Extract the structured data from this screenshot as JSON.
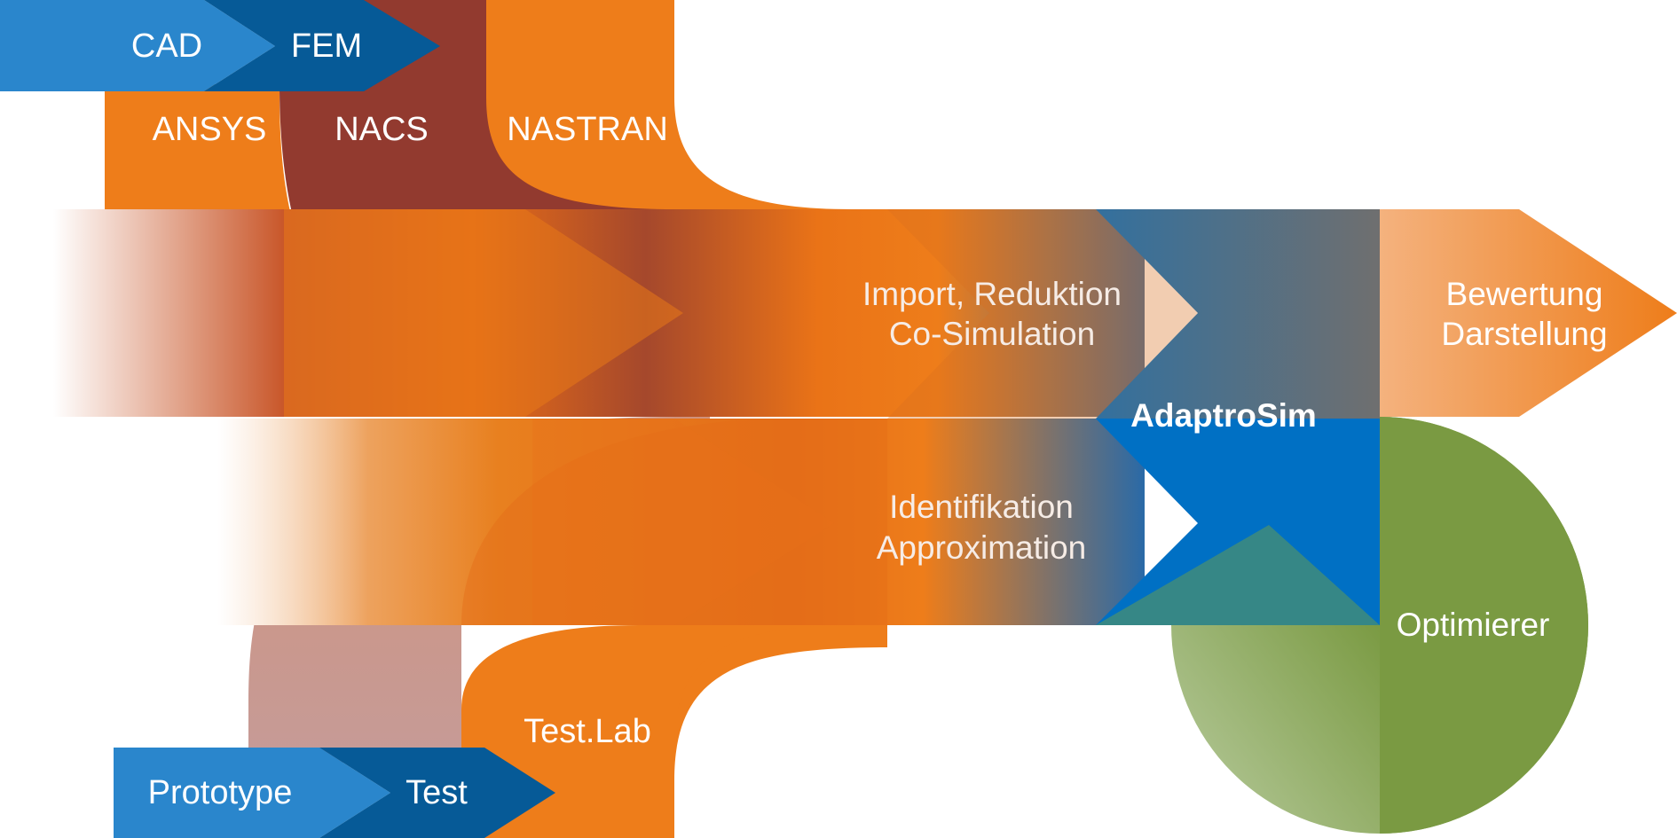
{
  "colors": {
    "orange": "#ee7d1a",
    "dark_red": "#923a2f",
    "blue": "#0070c4",
    "light_blue": "#2a86cc",
    "dark_blue": "#065a97",
    "green": "#7a9a42",
    "mauve": "#c69b97"
  },
  "cad_fem_chevrons": {
    "cad": "CAD",
    "fem": "FEM"
  },
  "tools": {
    "ansys": "ANSYS",
    "nacs": "NACS",
    "nastran": "NASTRAN",
    "testlab": "Test.Lab"
  },
  "import_arrow": {
    "line1": "Import, Reduktion",
    "line2": "Co-Simulation"
  },
  "ident_arrow": {
    "line1": "Identifikation",
    "line2": "Approximation"
  },
  "center": {
    "label": "AdaptroSim"
  },
  "output_arrow": {
    "line1": "Bewertung",
    "line2": "Darstellung"
  },
  "optimizer": {
    "label": "Optimierer"
  },
  "prototype_chevrons": {
    "prototype": "Prototype",
    "test": "Test"
  }
}
